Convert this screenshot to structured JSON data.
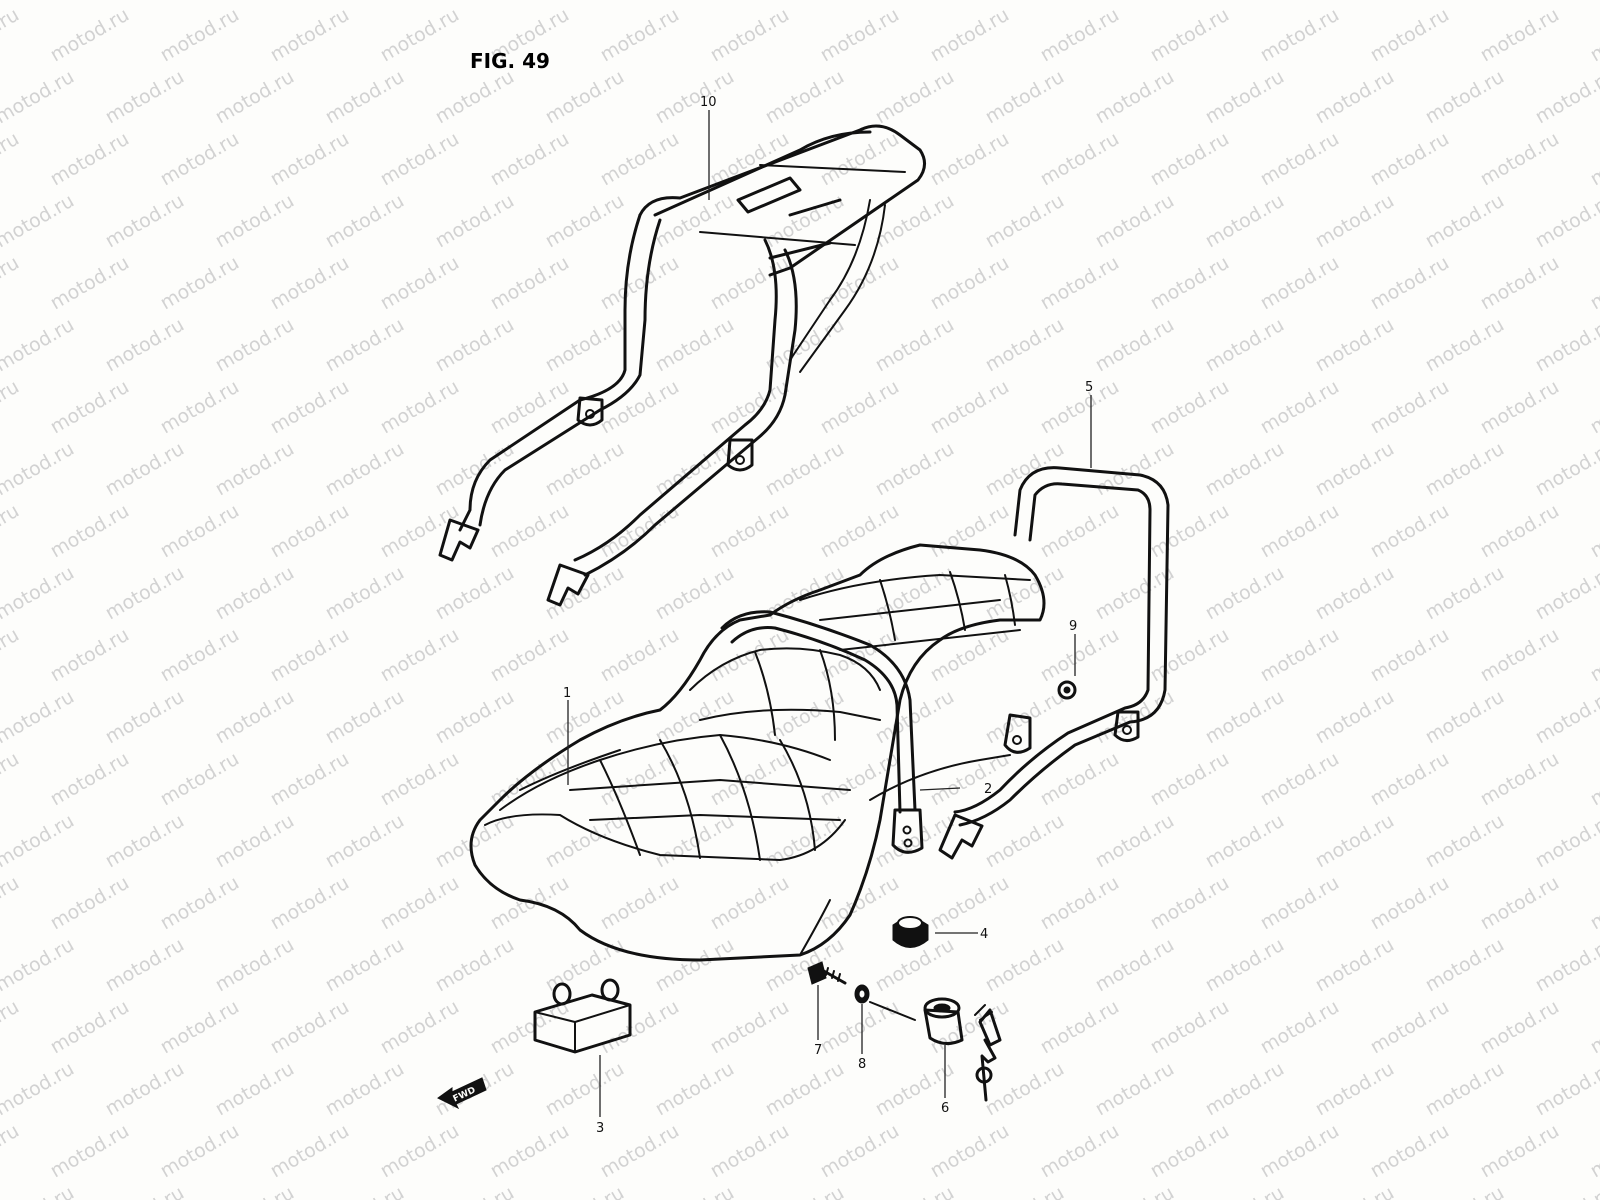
{
  "figure": {
    "title": "FIG. 49",
    "watermark": "motod.ru"
  },
  "parts": [
    {
      "id": "seat",
      "callout": "1",
      "icon": "seat-icon"
    },
    {
      "id": "seat-grab-band",
      "callout": "2",
      "icon": "strap-icon"
    },
    {
      "id": "seat-cushion-block",
      "callout": "3",
      "icon": "cushion-icon"
    },
    {
      "id": "seat-rubber-cushion",
      "callout": "4",
      "icon": "rubber-cap-icon"
    },
    {
      "id": "grab-rail",
      "callout": "5",
      "icon": "rail-icon"
    },
    {
      "id": "seat-lock-set",
      "callout": "6",
      "icon": "lock-icon"
    },
    {
      "id": "bolt",
      "callout": "7",
      "icon": "bolt-icon"
    },
    {
      "id": "washer",
      "callout": "8",
      "icon": "washer-icon"
    },
    {
      "id": "cap-nut",
      "callout": "9",
      "icon": "nut-icon"
    },
    {
      "id": "carrier",
      "callout": "10",
      "icon": "carrier-icon"
    }
  ],
  "orientation": {
    "icon": "front-arrow-icon",
    "text": "FWD"
  }
}
